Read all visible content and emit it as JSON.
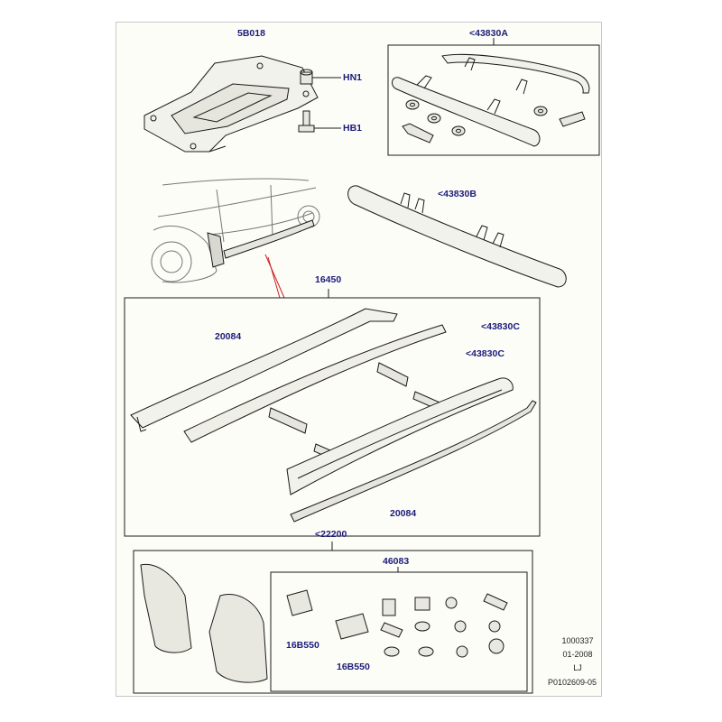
{
  "labels": {
    "skid_plate": "5B018",
    "nut": "HN1",
    "bolt": "HB1",
    "tube_kit_a": "<43830A",
    "tube_kit_b": "<43830B",
    "side_step_assembly": "16450",
    "trim_upper": "20084",
    "step_c_upper": "<43830C",
    "step_c_lower": "<43830C",
    "trim_lower": "20084",
    "mudflap_kit": "<22200",
    "fixing_kit": "46083",
    "bracket_1": "16B550",
    "bracket_2": "16B550"
  },
  "footer": {
    "number": "1000337",
    "date": "01-2008",
    "initials": "LJ",
    "drawing_ref": "P0102609-05"
  },
  "colors": {
    "ink": "#1a1a1a",
    "label_blue": "#1c1c7a",
    "pointer_red": "#cc2222",
    "sheet": "#fdfdf8"
  }
}
